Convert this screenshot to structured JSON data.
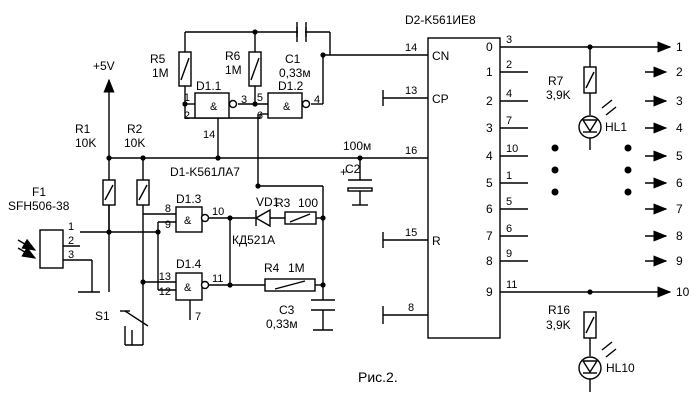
{
  "supply": "+5V",
  "caption": "Рис.2.",
  "resistors": {
    "r1": {
      "name": "R1",
      "value": "10K"
    },
    "r2": {
      "name": "R2",
      "value": "10K"
    },
    "r3": {
      "name": "R3",
      "value": "100"
    },
    "r4": {
      "name": "R4",
      "value": "1M"
    },
    "r5": {
      "name": "R5",
      "value": "1M"
    },
    "r6": {
      "name": "R6",
      "value": "1M"
    },
    "r7": {
      "name": "R7",
      "value": "3,9K"
    },
    "r16": {
      "name": "R16",
      "value": "3,9K"
    }
  },
  "capacitors": {
    "c1": {
      "name": "C1",
      "value": "0,33м"
    },
    "c2": {
      "name": "C2",
      "value": "100м"
    },
    "c3": {
      "name": "C3",
      "value": "0,33м"
    }
  },
  "sensor": {
    "name": "F1",
    "part": "SFH506-38",
    "pins": [
      "1",
      "2",
      "3"
    ]
  },
  "switch": {
    "name": "S1"
  },
  "diode": {
    "name": "VD1",
    "part": "КД521А"
  },
  "leds": {
    "hl1": "HL1",
    "hl10": "HL10"
  },
  "logic_chip": {
    "label": "D1-K561ЛА7",
    "gates": [
      {
        "name": "D1.1",
        "in_a": "1",
        "in_b": "2",
        "out": "3"
      },
      {
        "name": "D1.2",
        "in_a": "5",
        "in_b": "6",
        "out": "4"
      },
      {
        "name": "D1.3",
        "in_a": "8",
        "in_b": "9",
        "out": "10"
      },
      {
        "name": "D1.4",
        "in_a": "13",
        "in_b": "12",
        "out": "11"
      }
    ],
    "power_pins": [
      "14",
      "7"
    ]
  },
  "counter_chip": {
    "label": "D2-K561ИЕ8",
    "inputs": [
      {
        "pin": "14",
        "name": "CN"
      },
      {
        "pin": "13",
        "name": "CP"
      },
      {
        "pin": "16",
        "name": ""
      },
      {
        "pin": "15",
        "name": "R"
      },
      {
        "pin": "8",
        "name": ""
      }
    ],
    "outputs": [
      {
        "num": "0",
        "pin": "3",
        "arrow": "1"
      },
      {
        "num": "1",
        "pin": "2",
        "arrow": "2"
      },
      {
        "num": "2",
        "pin": "4",
        "arrow": "3"
      },
      {
        "num": "3",
        "pin": "7",
        "arrow": "4"
      },
      {
        "num": "4",
        "pin": "10",
        "arrow": "5"
      },
      {
        "num": "5",
        "pin": "1",
        "arrow": "6"
      },
      {
        "num": "6",
        "pin": "5",
        "arrow": "7"
      },
      {
        "num": "7",
        "pin": "6",
        "arrow": "8"
      },
      {
        "num": "8",
        "pin": "9",
        "arrow": "9"
      },
      {
        "num": "9",
        "pin": "11",
        "arrow": "10"
      }
    ]
  },
  "gate_symbol": "&"
}
